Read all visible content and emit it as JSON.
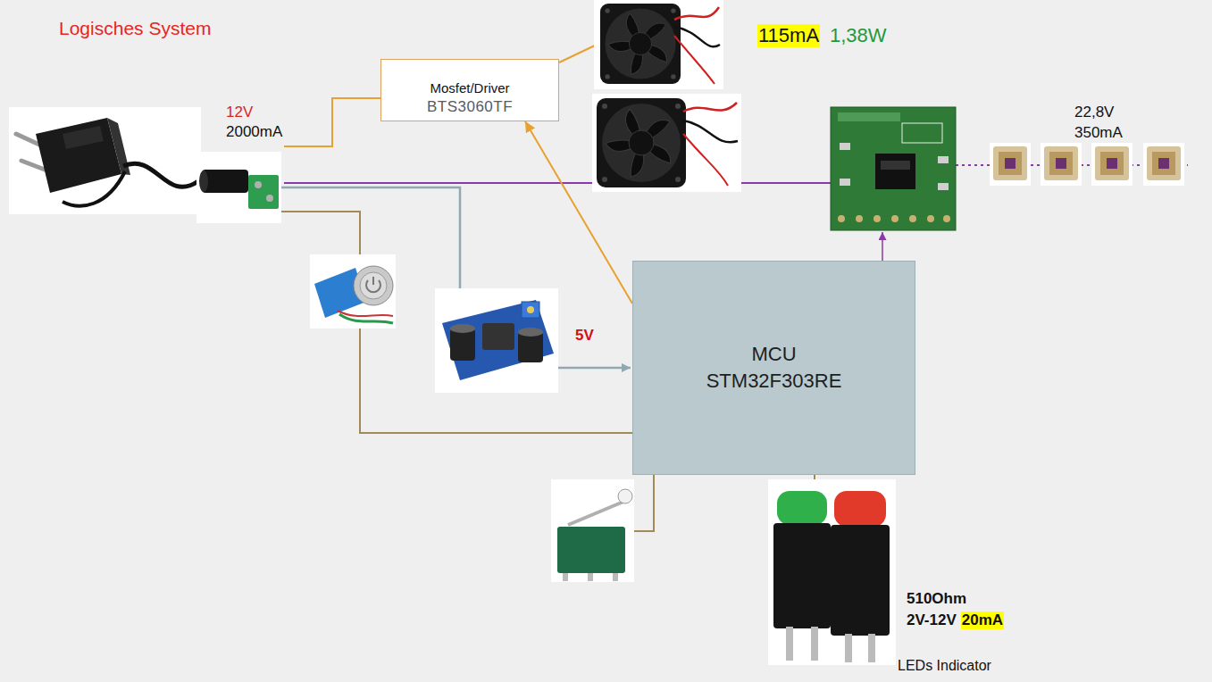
{
  "diagram": {
    "title": "Logisches System",
    "nodes": [
      {
        "text": [
          "Mosfet/Driver",
          "BTS3060TF"
        ]
      },
      {
        "text": [
          "MCU STM32F303RE"
        ]
      }
    ],
    "edges": [
      {
        "from": 1,
        "to": 0,
        "arrow": "to"
      }
    ],
    "labels": [
      "12V",
      "2000mA",
      "5V",
      "115mA",
      "1,38W",
      "22,8V",
      "350mA",
      "510Ohm",
      "2V-12V",
      "20mA",
      "LEDs Indicator"
    ]
  }
}
